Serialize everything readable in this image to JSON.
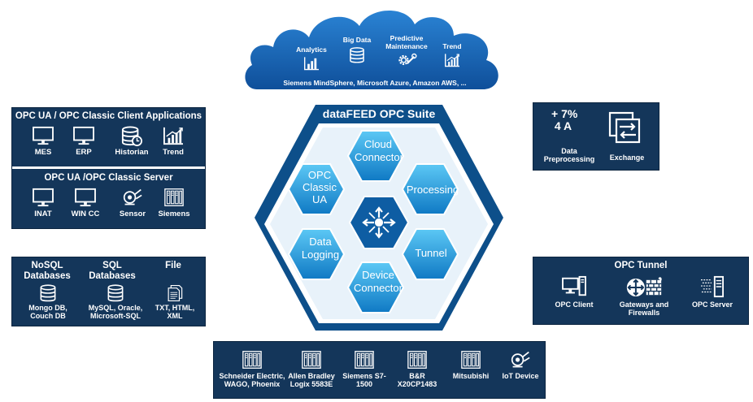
{
  "cloud": {
    "items": [
      {
        "label": "Analytics",
        "icon": "analytics-icon"
      },
      {
        "label": "Big Data",
        "icon": "database-icon"
      },
      {
        "label": "Predictive Maintenance",
        "icon": "gear-wrench-icon"
      },
      {
        "label": "Trend",
        "icon": "trend-icon"
      }
    ],
    "platforms": "Siemens MindSphere, Microsoft Azure, Amazon AWS, ..."
  },
  "suite": {
    "title": "dataFEED OPC Suite",
    "modules": {
      "cloud": "Cloud Connector",
      "opc": "OPC Classic UA",
      "processing": "Processing",
      "logging": "Data Logging",
      "tunnel": "Tunnel",
      "device": "Device Connector"
    },
    "center_icon": "hub-arrows-icon"
  },
  "client_apps": {
    "title": "OPC UA / OPC Classic Client Applications",
    "items": [
      {
        "label": "MES",
        "icon": "monitor-icon"
      },
      {
        "label": "ERP",
        "icon": "monitor-icon"
      },
      {
        "label": "Historian",
        "icon": "historian-icon"
      },
      {
        "label": "Trend",
        "icon": "trend-icon"
      }
    ]
  },
  "servers": {
    "title": "OPC UA /OPC Classic Server",
    "items": [
      {
        "label": "INAT",
        "icon": "monitor-icon"
      },
      {
        "label": "WIN CC",
        "icon": "monitor-icon"
      },
      {
        "label": "Sensor",
        "icon": "sensor-icon"
      },
      {
        "label": "Siemens",
        "icon": "plc-icon"
      }
    ]
  },
  "databases": {
    "columns": [
      {
        "title": "NoSQL Databases",
        "label": "Mongo DB, Couch DB",
        "icon": "database-icon"
      },
      {
        "title": "SQL Databases",
        "label": "MySQL, Oracle, Microsoft-SQL",
        "icon": "database-icon"
      },
      {
        "title": "File",
        "label": "TXT, HTML, XML",
        "icon": "file-icon"
      }
    ]
  },
  "preprocessing": {
    "items": [
      {
        "label": "Data Preprocessing",
        "glyphs": "+ 7%\n4 A",
        "icon": "math-icon"
      },
      {
        "label": "Exchange",
        "icon": "exchange-icon"
      }
    ]
  },
  "opc_tunnel": {
    "title": "OPC Tunnel",
    "items": [
      {
        "label": "OPC Client",
        "icon": "client-icon"
      },
      {
        "label": "Gateways and Firewalls",
        "icon": "firewall-icon"
      },
      {
        "label": "OPC Server",
        "icon": "server-icon"
      }
    ]
  },
  "devices": {
    "items": [
      {
        "label": "Schneider Electric, WAGO, Phoenix",
        "icon": "plc-icon"
      },
      {
        "label": "Allen Bradley Logix 5583E",
        "icon": "plc-icon"
      },
      {
        "label": "Siemens S7-1500",
        "icon": "plc-icon"
      },
      {
        "label": "B&R X20CP1483",
        "icon": "plc-icon"
      },
      {
        "label": "Mitsubishi",
        "icon": "plc-icon"
      },
      {
        "label": "IoT Device",
        "icon": "sensor-icon"
      }
    ]
  },
  "colors": {
    "panel": "#14365a",
    "hex_dark": "#0d4f8a",
    "hex_light": "#1a9ae0",
    "cloud": "#1565b8"
  }
}
